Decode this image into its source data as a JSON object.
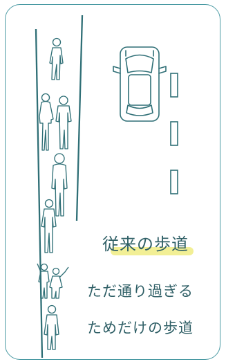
{
  "title": "従来の歩道",
  "description_lines": [
    "ただ通り過ぎる",
    "ためだけの歩道"
  ],
  "colors": {
    "outline": "#4a9aa3",
    "line": "#2f6f76",
    "text": "#2f5f66",
    "highlight": "#f1ee8f"
  },
  "icons": [
    "car-icon",
    "pedestrian-icon",
    "couple-icon",
    "child-icon"
  ]
}
